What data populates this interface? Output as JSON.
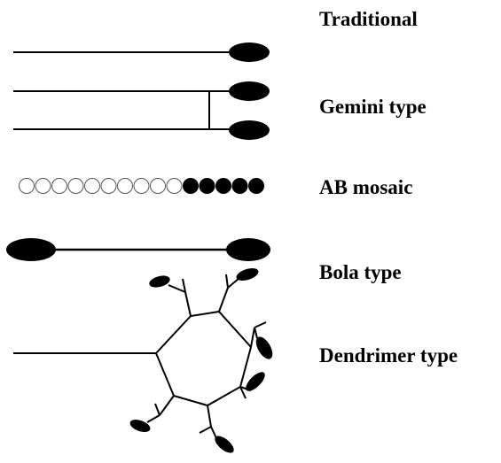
{
  "diagram": {
    "colors": {
      "ink": "#000000",
      "paper": "#ffffff"
    },
    "rows": [
      {
        "id": "traditional",
        "label": "Traditional"
      },
      {
        "id": "gemini",
        "label": "Gemini type"
      },
      {
        "id": "ab-mosaic",
        "label": "AB mosaic",
        "hollow_beads": 10,
        "filled_beads": 5
      },
      {
        "id": "bola",
        "label": "Bola type"
      },
      {
        "id": "dendrimer",
        "label": "Dendrimer type"
      }
    ]
  }
}
